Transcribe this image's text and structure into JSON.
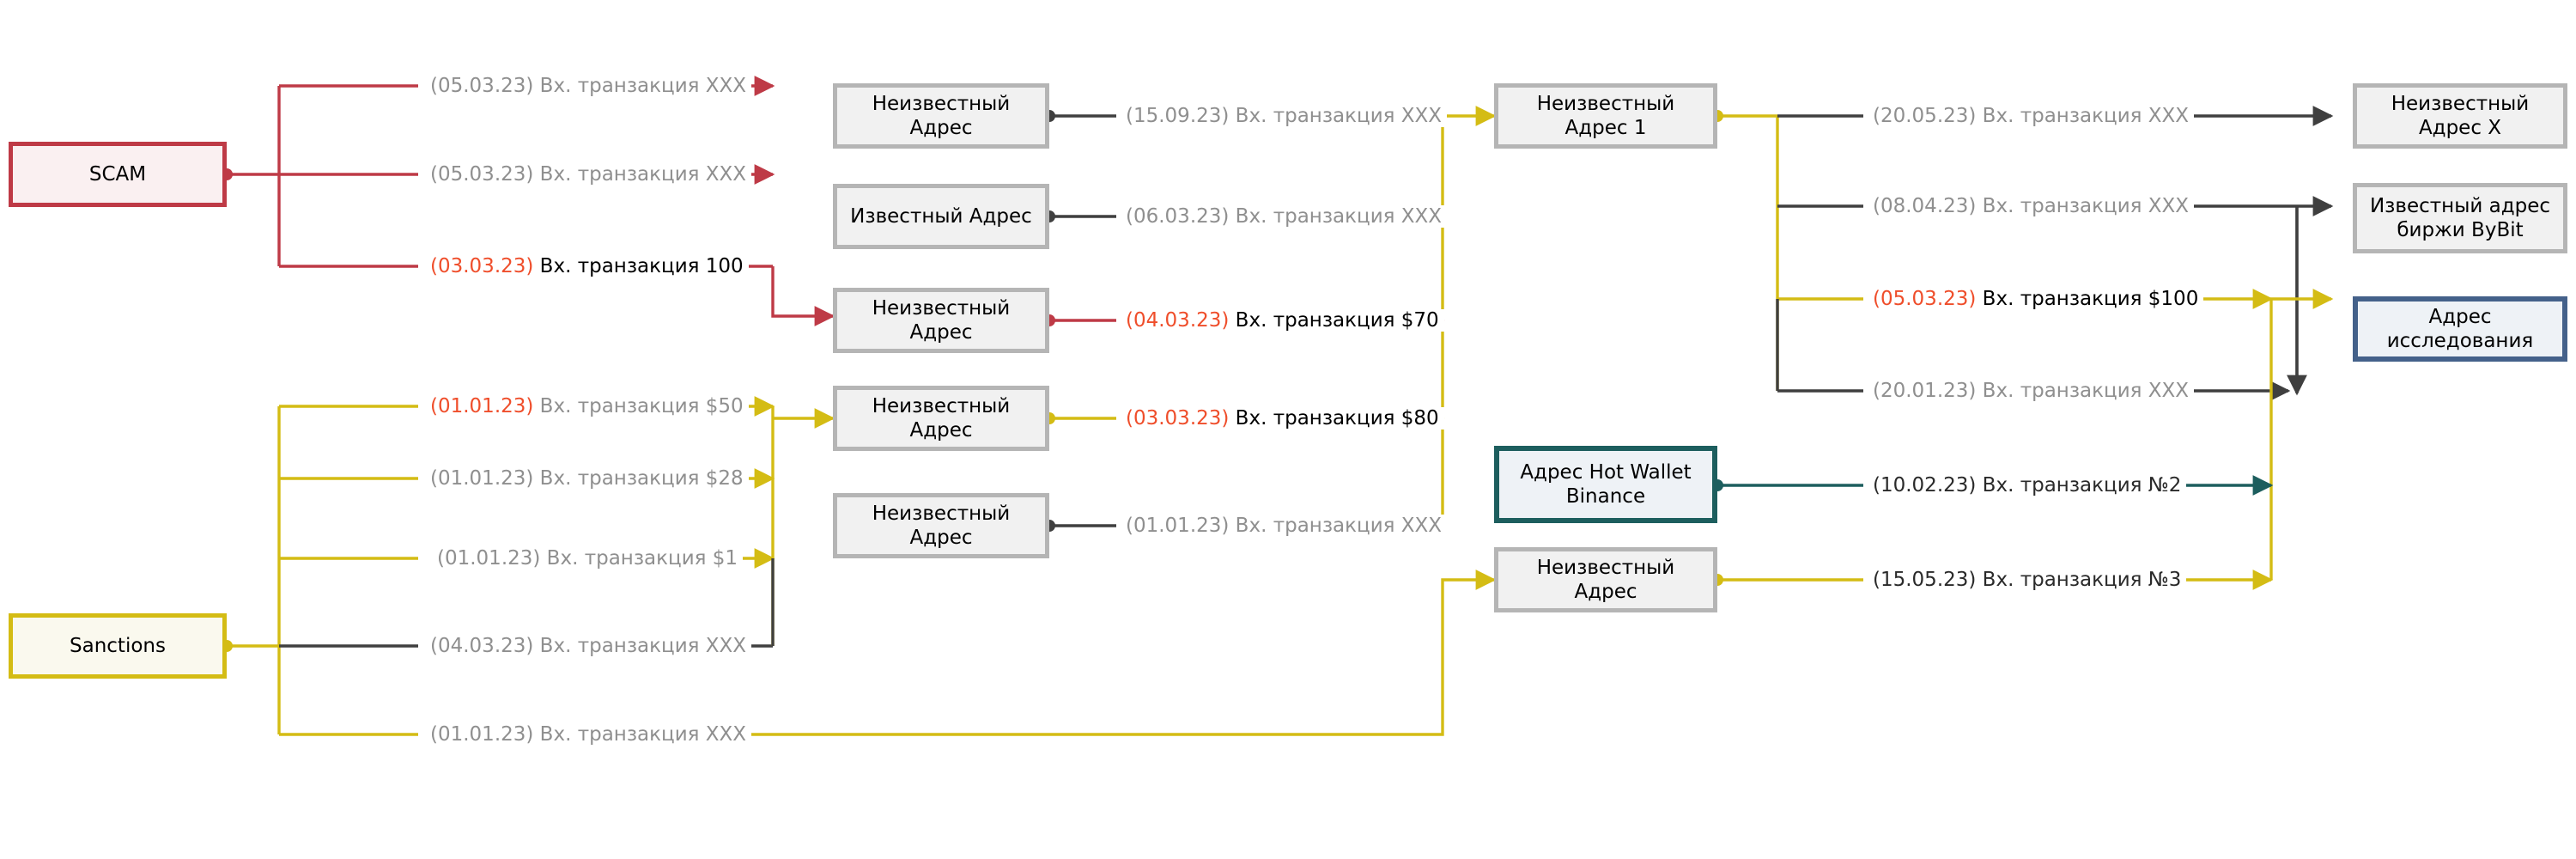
{
  "diagram": {
    "title": "Crypto address transaction flow",
    "colors": {
      "scam_red": "#be3a46",
      "sanctions_yellow": "#d4bc14",
      "binance_teal": "#1d5e5e",
      "research_blue": "#44618a",
      "neutral_gray": "#b5b5b5",
      "edge_dark": "#3f3f3f",
      "label_gray": "#8f8f8f",
      "hot_date_orange": "#ef4e2b"
    }
  },
  "nodes": {
    "scam": {
      "label": "SCAM"
    },
    "sanctions": {
      "label": "Sanctions"
    },
    "col2": [
      {
        "id": "c2a",
        "label": "Неизвестный Адрес"
      },
      {
        "id": "c2b",
        "label": "Известный Адрес"
      },
      {
        "id": "c2c",
        "label": "Неизвестный Адрес"
      },
      {
        "id": "c2d",
        "label": "Неизвестный Адрес"
      },
      {
        "id": "c2e",
        "label": "Неизвестный Адрес"
      }
    ],
    "col3": [
      {
        "id": "c3a",
        "label": "Неизвестный Адрес 1"
      },
      {
        "id": "c3b",
        "label": "Адрес Hot Wallet Binance"
      },
      {
        "id": "c3c",
        "label": "Неизвестный Адрес"
      }
    ],
    "col4": [
      {
        "id": "c4a",
        "label": "Неизвестный Адрес X"
      },
      {
        "id": "c4b",
        "label": "Известный адрес биржи ByBit"
      },
      {
        "id": "c4c",
        "label": "Адрес исследования"
      }
    ]
  },
  "edge_labels": {
    "scam_1": {
      "date": "(05.03.23)",
      "text": " Вх. транзакция XXX"
    },
    "scam_2": {
      "date": "(05.03.23)",
      "text": " Вх. транзакция XXX"
    },
    "scam_3": {
      "date": "(03.03.23)",
      "text": " Вх. транзакция 100"
    },
    "sanc_1": {
      "date": "(01.01.23)",
      "text": " Вх. транзакция $50"
    },
    "sanc_2": {
      "date": "(01.01.23)",
      "text": " Вх. транзакция $28"
    },
    "sanc_3": {
      "date": "(01.01.23)",
      "text": " Вх. транзакция $1"
    },
    "sanc_4": {
      "date": "(04.03.23)",
      "text": " Вх. транзакция XXX"
    },
    "sanc_5": {
      "date": "(01.01.23)",
      "text": " Вх. транзакция XXX"
    },
    "mid_1": {
      "date": "(15.09.23)",
      "text": " Вх. транзакция XXX"
    },
    "mid_2": {
      "date": "(06.03.23)",
      "text": " Вх. транзакция XXX"
    },
    "mid_3": {
      "date": "(04.03.23)",
      "text": " Вх. транзакция $70"
    },
    "mid_4": {
      "date": "(03.03.23)",
      "text": " Вх. транзакция $80"
    },
    "mid_5": {
      "date": "(01.01.23)",
      "text": " Вх. транзакция XXX"
    },
    "right_1": {
      "date": "(20.05.23)",
      "text": " Вх. транзакция XXX"
    },
    "right_2": {
      "date": "(08.04.23)",
      "text": " Вх. транзакция XXX"
    },
    "right_3": {
      "date": "(05.03.23)",
      "text": " Вх. транзакция $100"
    },
    "right_4": {
      "date": "(20.01.23)",
      "text": " Вх. транзакция XXX"
    },
    "right_5": {
      "date": "(10.02.23)",
      "text": " Вх. транзакция №2"
    },
    "right_6": {
      "date": "(15.05.23)",
      "text": " Вх. транзакция №3"
    }
  }
}
